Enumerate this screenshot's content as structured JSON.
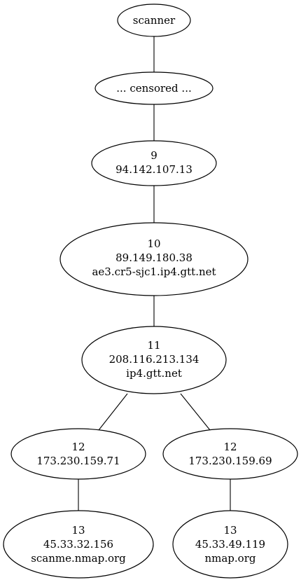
{
  "graph": {
    "nodes": {
      "scanner": {
        "lines": [
          "scanner"
        ]
      },
      "censored": {
        "lines": [
          "... censored ..."
        ]
      },
      "hop9": {
        "lines": [
          "9",
          "94.142.107.13"
        ]
      },
      "hop10": {
        "lines": [
          "10",
          "89.149.180.38",
          "ae3.cr5-sjc1.ip4.gtt.net"
        ]
      },
      "hop11": {
        "lines": [
          "11",
          "208.116.213.134",
          "ip4.gtt.net"
        ]
      },
      "hop12a": {
        "lines": [
          "12",
          "173.230.159.71"
        ]
      },
      "hop12b": {
        "lines": [
          "12",
          "173.230.159.69"
        ]
      },
      "hop13a": {
        "lines": [
          "13",
          "45.33.32.156",
          "scanme.nmap.org"
        ]
      },
      "hop13b": {
        "lines": [
          "13",
          "45.33.49.119",
          "nmap.org"
        ]
      }
    },
    "edges": [
      [
        "scanner",
        "censored"
      ],
      [
        "censored",
        "hop9"
      ],
      [
        "hop9",
        "hop10"
      ],
      [
        "hop10",
        "hop11"
      ],
      [
        "hop11",
        "hop12a"
      ],
      [
        "hop11",
        "hop12b"
      ],
      [
        "hop12a",
        "hop13a"
      ],
      [
        "hop12b",
        "hop13b"
      ]
    ]
  }
}
